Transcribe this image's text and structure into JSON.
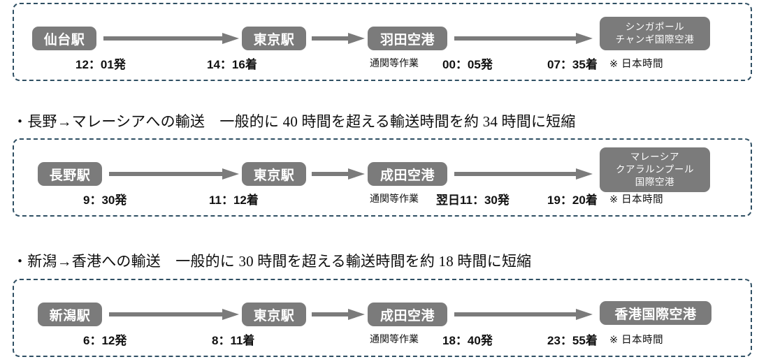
{
  "colors": {
    "panel_border": "#2f4f63",
    "node_fill": "#7b7b7b",
    "node_text": "#ffffff",
    "arrow": "#7b7b7b",
    "text": "#111111",
    "background": "#ffffff"
  },
  "sections": [
    {
      "heading": null,
      "route": {
        "nodes": [
          {
            "lines": [
              "仙台駅"
            ],
            "type": "station"
          },
          {
            "lines": [
              "東京駅"
            ],
            "type": "station"
          },
          {
            "lines": [
              "羽田空港"
            ],
            "type": "airport"
          },
          {
            "lines": [
              "シンガポール",
              "チャンギ国際空港"
            ],
            "type": "airport"
          }
        ],
        "labels": {
          "origin_departure": "12：01発",
          "transfer_arrival": "14：16着",
          "customs_work": "通関等作業",
          "flight_departure": "00：05発",
          "flight_arrival": "07：35着",
          "timezone_note": "※ 日本時間"
        }
      }
    },
    {
      "heading": "・長野→マレーシアへの輸送　一般的に 40 時間を超える輸送時間を約 34 時間に短縮",
      "route": {
        "nodes": [
          {
            "lines": [
              "長野駅"
            ],
            "type": "station"
          },
          {
            "lines": [
              "東京駅"
            ],
            "type": "station"
          },
          {
            "lines": [
              "成田空港"
            ],
            "type": "airport"
          },
          {
            "lines": [
              "マレーシア",
              "クアラルンプール",
              "国際空港"
            ],
            "type": "airport"
          }
        ],
        "labels": {
          "origin_departure": "9：30発",
          "transfer_arrival": "11：12着",
          "customs_work": "通関等作業",
          "flight_departure": "翌日11：30発",
          "flight_arrival": "19：20着",
          "timezone_note": "※ 日本時間"
        }
      }
    },
    {
      "heading": "・新潟→香港への輸送　一般的に 30 時間を超える輸送時間を約 18 時間に短縮",
      "route": {
        "nodes": [
          {
            "lines": [
              "新潟駅"
            ],
            "type": "station"
          },
          {
            "lines": [
              "東京駅"
            ],
            "type": "station"
          },
          {
            "lines": [
              "成田空港"
            ],
            "type": "airport"
          },
          {
            "lines": [
              "香港国際空港"
            ],
            "type": "airport"
          }
        ],
        "labels": {
          "origin_departure": "6：12発",
          "transfer_arrival": "8：11着",
          "customs_work": "通関等作業",
          "flight_departure": "18：40発",
          "flight_arrival": "23：55着",
          "timezone_note": "※ 日本時間"
        }
      }
    }
  ]
}
